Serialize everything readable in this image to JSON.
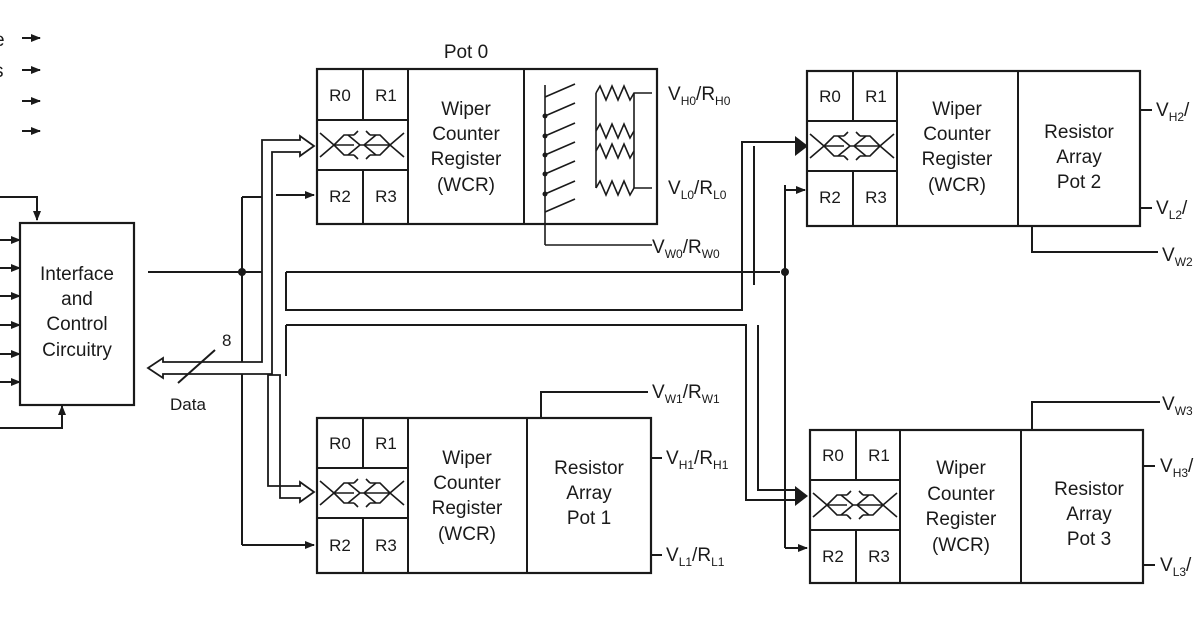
{
  "labels": {
    "pot0_title": "Pot 0",
    "interface": [
      "Interface",
      "and",
      "Control",
      "Circuitry"
    ],
    "data_label": "Data",
    "bus_width": "8"
  },
  "registers": [
    "R0",
    "R1",
    "R2",
    "R3"
  ],
  "wcr_text": [
    "Wiper",
    "Counter",
    "Register",
    "(WCR)"
  ],
  "resistor_text": {
    "pot1": [
      "Resistor",
      "Array",
      "Pot 1"
    ],
    "pot2": [
      "Resistor",
      "Array",
      "Pot 2"
    ],
    "pot3": [
      "Resistor",
      "Array",
      "Pot 3"
    ]
  },
  "pins": {
    "vh0": {
      "a": "V",
      "as": "H0",
      "sep": "/",
      "b": "R",
      "bs": "H0"
    },
    "vl0": {
      "a": "V",
      "as": "L0",
      "sep": "/",
      "b": "R",
      "bs": "L0"
    },
    "vw0": {
      "a": "V",
      "as": "W0",
      "sep": "/",
      "b": "R",
      "bs": "W0"
    },
    "vw1": {
      "a": "V",
      "as": "W1",
      "sep": "/",
      "b": "R",
      "bs": "W1"
    },
    "vh1": {
      "a": "V",
      "as": "H1",
      "sep": "/",
      "b": "R",
      "bs": "H1"
    },
    "vl1": {
      "a": "V",
      "as": "L1",
      "sep": "/",
      "b": "R",
      "bs": "L1"
    },
    "vh2": {
      "a": "V",
      "as": "H2",
      "sep": "/"
    },
    "vl2": {
      "a": "V",
      "as": "L2",
      "sep": "/"
    },
    "vw2": {
      "a": "V",
      "as": "W2"
    },
    "vw3": {
      "a": "V",
      "as": "W3"
    },
    "vh3": {
      "a": "V",
      "as": "H3",
      "sep": "/"
    },
    "vl3": {
      "a": "V",
      "as": "L3",
      "sep": "/"
    }
  },
  "left_edge_glyphs": [
    "e",
    "s"
  ]
}
